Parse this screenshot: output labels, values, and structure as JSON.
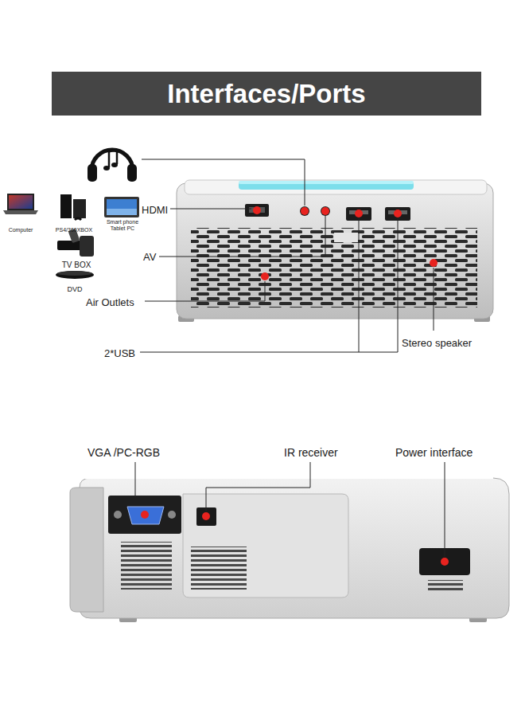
{
  "diagram": {
    "title": "Interfaces/Ports",
    "labels": [
      "Computer",
      "PS4/360XBOX",
      "Smart phone Tablet PC",
      "HDMI",
      "AV",
      "TV BOX",
      "DVD",
      "Air Outlets",
      "2*USB",
      "Stereo speaker",
      "VGA /PC-RGB",
      "IR receiver",
      "Power interface"
    ]
  }
}
